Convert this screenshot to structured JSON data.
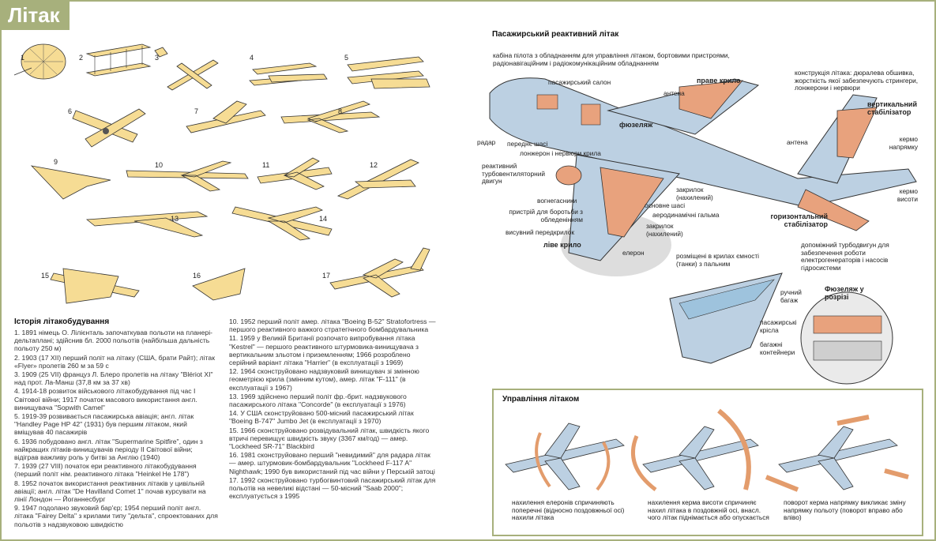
{
  "title": "Літак",
  "planes": [
    "1",
    "2",
    "3",
    "4",
    "5",
    "6",
    "7",
    "8",
    "9",
    "10",
    "11",
    "12",
    "13",
    "14",
    "15",
    "16",
    "17"
  ],
  "history": {
    "title": "Історія літакобудування",
    "col1": [
      "1. 1891 німець О. Лілієнталь започаткував польоти на планері-дельтаплані; здійснив бл. 2000 польотів (найбільша дальність польоту 250 м)",
      "2. 1903 (17 XII) перший політ на літаку (США, брати Райт); літак «Flyer» пролетів 260 м за 59 с",
      "3. 1909 (25 VII) француз Л. Блеро пролетів на літаку \"Blériot XI\" над прот. Ла-Манш (37,8 км за 37 хв)",
      "4. 1914-18 розвиток військового літакобудування під час І Світової війни; 1917 початок масового використання англ. винищувача \"Sopwith Camel\"",
      "5. 1919-39 розвивається пасажирська авіація; англ. літак \"Handley Page HP 42\" (1931) був першим літаком, який вміщував 40 пасажирів",
      "6. 1936 побудовано англ. літак \"Supermarine Spitfire\", один з найкращих літаків-винищувачів періоду ІІ Світової війни; відіграв важливу роль у битві за Англію (1940)",
      "7. 1939 (27 VIII) початок ери реактивного літакобудування (перший політ нім. реактивного літака \"Heinkel He 178\")",
      "8. 1952 початок використання реактивних літаків у цивільній авіації; англ. літак \"De Havilland Comet 1\" почав курсувати на лінії Лондон — Йоганнесбург",
      "9. 1947 подолано звуковий бар'єр; 1954 перший політ англ. літака \"Fairey Delta\" з крилами типу \"дельта\", спроектованих для польотів з надзвуковою швидкістю"
    ],
    "col2": [
      "10. 1952 перший політ амер. літака \"Boeing B-52\" Stratofortress — першого реактивного важкого стратегічного бомбардувальника",
      "11. 1959 у Великій Британії розпочато випробування літака \"Kestrel\" — першого реактивного штурмовика-винищувача з вертикальним зльотом і приземленням; 1966 розроблено серійний варіант літака \"Harrier\" (в експлуатації з 1969)",
      "12. 1964 сконструйовано надзвуковий винищувач зі змінною геометрією крила (змінним кутом), амер. літак \"F-111\" (в експлуатації з 1967)",
      "13. 1969 здійснено перший політ фр.-брит. надзвукового пасажирського літака \"Concorde\" (в експлуатації з 1976)",
      "14. У США сконструйовано 500-місний пасажирський літак \"Boeing B-747\" Jumbo Jet (в експлуатації з 1970)",
      "15. 1966 сконструйовано розвідувальний літак, швидкість якого втричі перевищує швидкість звуку (3367 км/год) — амер. \"Lockheed SR-71\" Blackbird",
      "16. 1981 сконструйовано перший \"невидимий\" для радара літак — амер. штурмовик-бомбардувальник \"Lockheed F-117 A\" Nighthawk; 1990 був використаний під час війни у Перській затоці",
      "17. 1992 сконструйовано турбогвинтовий пасажирський літак для польотів на невеликі відстані — 50-місний \"Saab 2000\"; експлуатується з 1995"
    ]
  },
  "jet": {
    "title": "Пасажирський реактивний літак",
    "cockpit": "кабіна пілота з обладнанням для управління літаком, бортовими пристроями, радіонавігаційним і радіокомунікаційним обладнанням",
    "cabin": "пасажирський салон",
    "right_wing": "праве крило",
    "antenna1": "антена",
    "construction": "конструкція літака: дюралева обшивка, жорсткість якої забезпечують стрингери, лонжерони і нервюри",
    "vstab": "вертикальний стабілізатор",
    "rudder": "кермо напрямку",
    "radar": "радар",
    "nose_gear": "переднє шасі",
    "spar": "лонжерон і нервюри крила",
    "fuselage": "фюзеляж",
    "antenna2": "антена",
    "engine": "реактивний турбовентиляторний двигун",
    "extinguisher": "вогнегасники",
    "deice": "пристрій для боротьби з обледенінням",
    "slat": "висувний передкрилок",
    "left_wing": "ліве крило",
    "flap1": "закрилок (нахилений)",
    "main_gear": "основне шасі",
    "airbrake": "аеродинамічні гальма",
    "flap2": "закрилок (нахилений)",
    "aileron": "елерон",
    "elevator": "кермо висоти",
    "hstab": "горизонтальний стабілізатор",
    "apu": "допоміжний турбодвигун для забезпечення роботи електрогенераторів і насосів гідросистеми",
    "tanks": "розміщені в крилах ємності (танки) з пальним",
    "section_title": "Фюзеляж у розрізі",
    "luggage": "ручний багаж",
    "seats": "пасажирські крісла",
    "containers": "багажні контейнери"
  },
  "control": {
    "title": "Управління літаком",
    "cap1": "нахилення елеронів спричиняють поперечні (відносно поздовжньої осі) нахили літака",
    "cap2": "нахилення керма висоти спричиняє нахил літака в поздовжній осі, внасл. чого літак піднімається або опускається",
    "cap3": "поворот керма напрямку викликає зміну напрямку польоту (поворот вправо або вліво)"
  },
  "colors": {
    "frame": "#a7b07c",
    "plane_fill": "#f6dc94",
    "jet_body": "#bcd0e2",
    "accent": "#e8a27d",
    "arrow": "#e39c6c"
  }
}
